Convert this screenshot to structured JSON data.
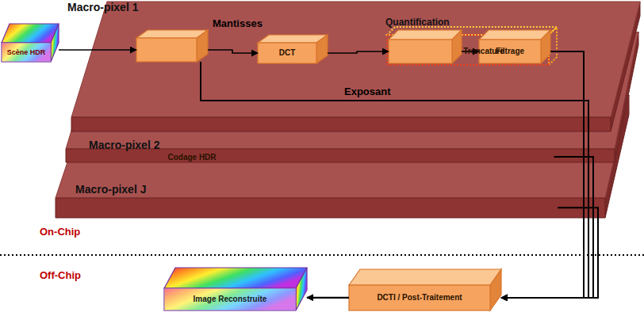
{
  "diagram": {
    "nodes": [
      {
        "text": [
          "Scène HDR"
        ]
      },
      {
        "text": [
          "Macro-pixel 1"
        ]
      },
      {
        "text": [
          "Codage HDR"
        ],
        "in": 1
      },
      {
        "text": [
          "DCT"
        ],
        "in": 1
      },
      {
        "text": [
          "Quantification"
        ],
        "in": 1
      },
      {
        "text": [
          "Troncature"
        ],
        "in": 4
      },
      {
        "text": [
          "Filtrage"
        ],
        "in": 4
      },
      {
        "text": [
          "Macro-pixel 2"
        ]
      },
      {
        "text": [
          "Macro-pixel J"
        ]
      },
      {
        "text": [
          "DCTI / Post-Traitement"
        ]
      },
      {
        "text": [
          "Image Reconstruite"
        ]
      }
    ],
    "edges": [
      {
        "from": 0,
        "to": 2,
        "arrow": "to"
      },
      {
        "from": 2,
        "to": 3,
        "label": "Mantisses",
        "arrow": "to"
      },
      {
        "from": 2,
        "to": 9,
        "label": "Exposant",
        "arrow": "to"
      },
      {
        "from": 3,
        "to": 5,
        "arrow": "to"
      },
      {
        "from": 5,
        "to": 6,
        "arrow": "to"
      },
      {
        "from": 6,
        "to": 9,
        "arrow": "to"
      },
      {
        "from": 7,
        "to": 9,
        "arrow": "to"
      },
      {
        "from": 8,
        "to": 9,
        "arrow": "to"
      },
      {
        "from": 9,
        "to": 10,
        "arrow": "to"
      }
    ],
    "labels": [
      "On-Chip",
      "Off-Chip"
    ]
  }
}
